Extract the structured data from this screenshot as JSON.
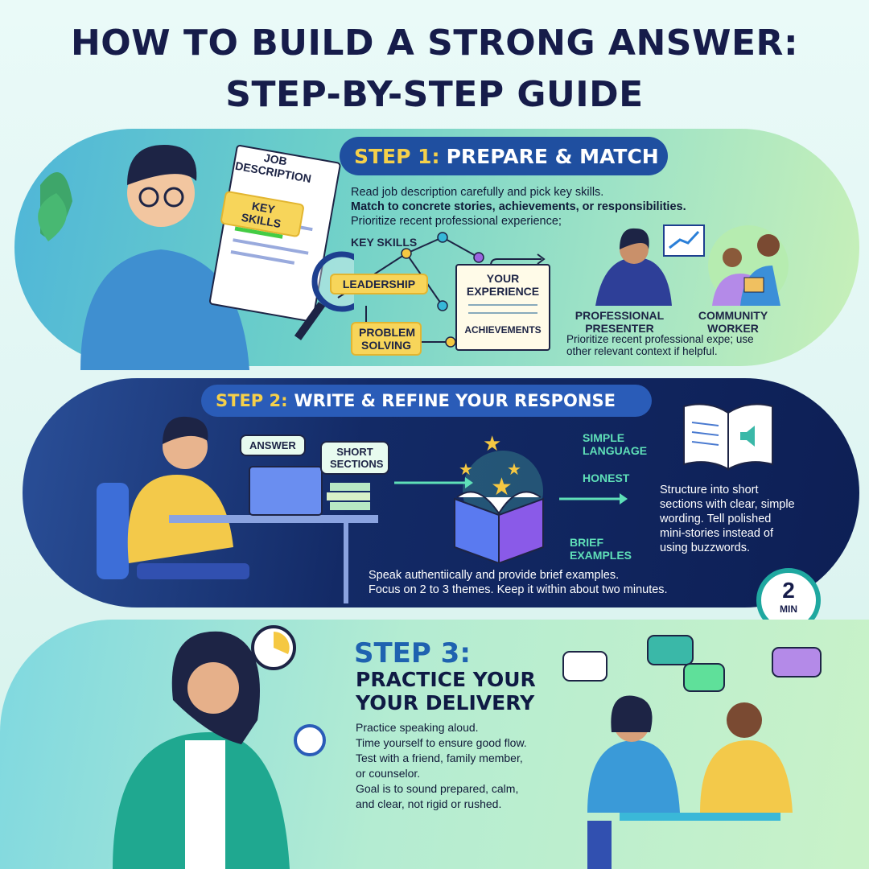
{
  "title": {
    "line1": "HOW TO BUILD A STRONG ANSWER:",
    "line2": "STEP-BY-STEP GUIDE"
  },
  "step1": {
    "step_label": "STEP 1:",
    "heading": "PREPARE & MATCH",
    "lines": [
      "Read job description carefully and pick key skills.",
      "Match to concrete stories, achievements, or responsibilities.",
      "Prioritize recent professional experience;"
    ],
    "document": {
      "title": "JOB DESCRIPTION",
      "tag": "KEY SKILLS"
    },
    "key_skills_label": "KEY SKILLS",
    "skills": [
      "LEADERSHIP",
      "PROBLEM SOLVING"
    ],
    "experience_card": {
      "title": "YOUR EXPERIENCE",
      "footer": "ACHIEVEMENTS"
    },
    "roles": [
      "PROFESSIONAL PRESENTER",
      "COMMUNITY WORKER"
    ],
    "note": "Prioritize recent professional expe; use other relevant context if helpful."
  },
  "step2": {
    "step_label": "STEP 2:",
    "heading": "WRITE & REFINE YOUR RESPONSE",
    "bubbles": [
      "ANSWER",
      "SHORT SECTIONS"
    ],
    "qualities": [
      "SIMPLE LANGUAGE",
      "HONEST",
      "BRIEF EXAMPLES"
    ],
    "side_text": "Structure into short sections with clear, simple wording. Tell polished mini-stories instead of using buzzwords.",
    "bottom_lines": [
      "Speak authentiically and provide brief examples.",
      "Focus on 2 to 3 themes. Keep it within about two minutes."
    ],
    "timer": {
      "value": "2",
      "unit": "MIN"
    }
  },
  "step3": {
    "step_label": "STEP 3:",
    "heading_lines": [
      "PRACTICE YOUR",
      "YOUR DELIVERY"
    ],
    "lines": [
      "Practice speaking aloud.",
      "Time yourself to ensure good flow.",
      "Test with a friend, family member,",
      "or counselor.",
      "Goal is to sound prepared, calm,",
      "and clear, not rigid or rushed."
    ]
  },
  "colors": {
    "navy": "#161c4a",
    "header_blue": "#1f4fa0",
    "step_yellow": "#f5d04a",
    "teal_label": "#5fe0b8",
    "step3_blue": "#1f62b0"
  }
}
